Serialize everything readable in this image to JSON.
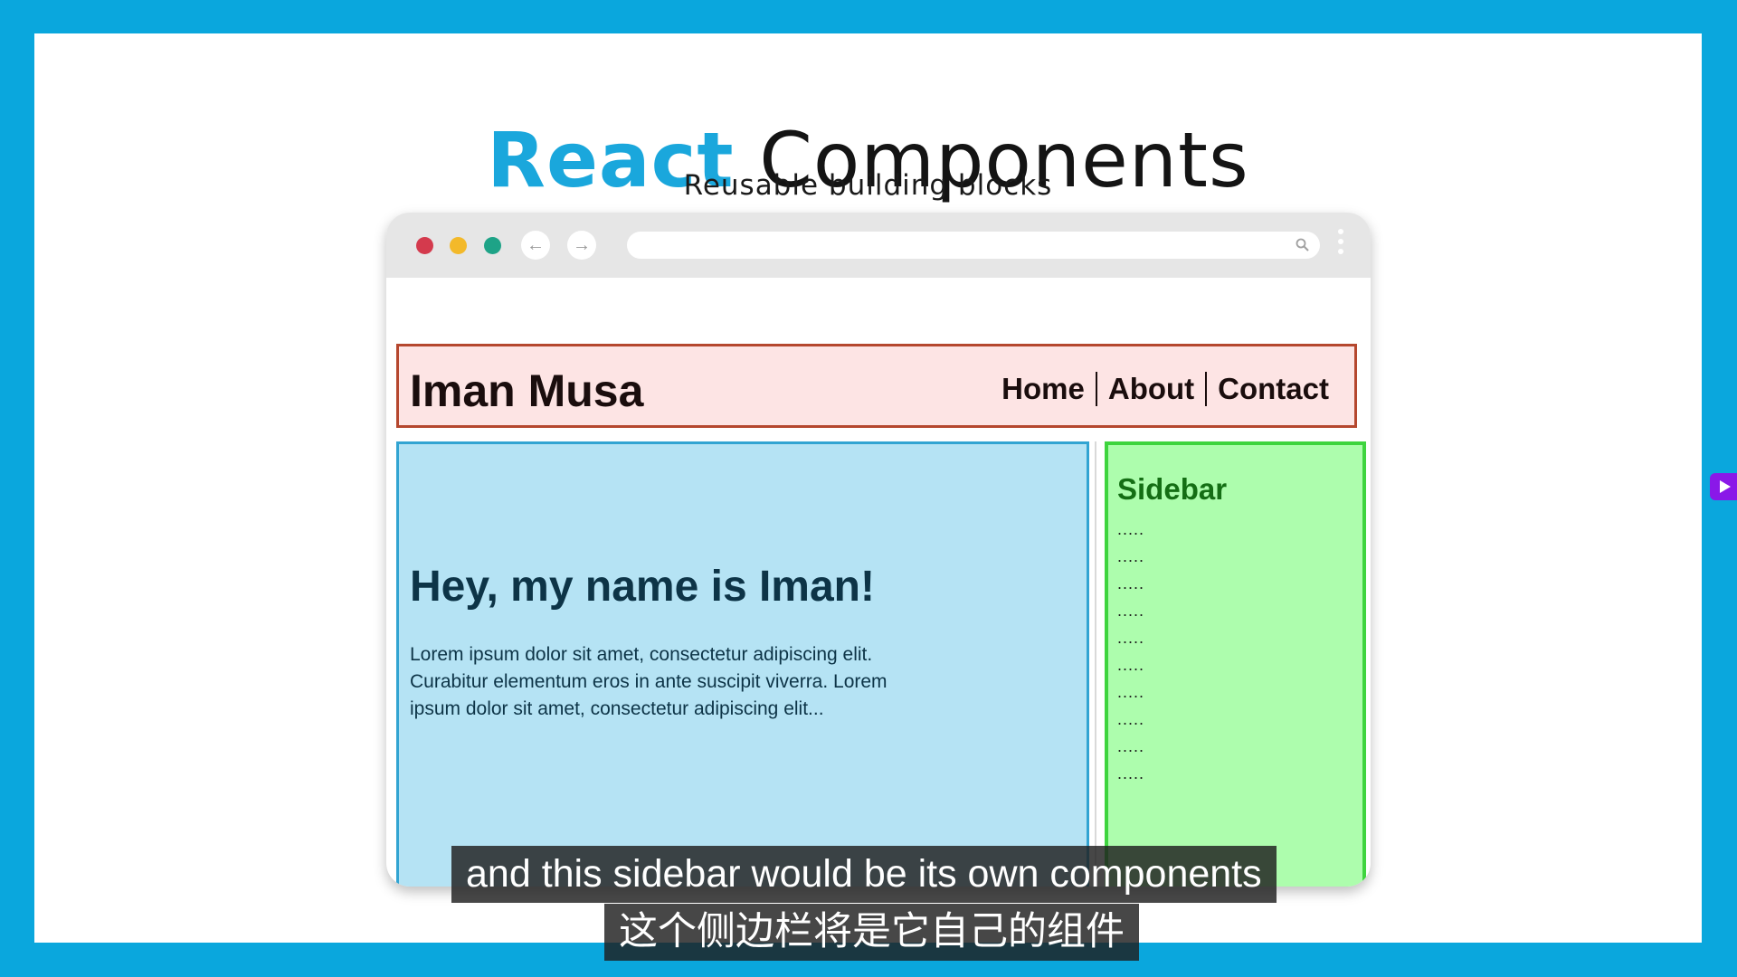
{
  "slide": {
    "title_highlight": "React",
    "title_rest": "Components",
    "subtitle": "Reusable building blocks"
  },
  "browser": {
    "controls": [
      "close-dot",
      "minimize-dot",
      "maximize-dot"
    ],
    "back_icon": "←",
    "forward_icon": "→",
    "url": ""
  },
  "site": {
    "name": "Iman Musa",
    "nav": [
      "Home",
      "About",
      "Contact"
    ]
  },
  "main": {
    "heading": "Hey, my name is Iman!",
    "body": "Lorem ipsum dolor sit amet, consectetur adipiscing elit. Curabitur elementum eros in ante suscipit viverra. Lorem ipsum dolor sit amet, consectetur adipiscing elit..."
  },
  "sidebar": {
    "title": "Sidebar",
    "items": [
      ".....",
      ".....",
      ".....",
      ".....",
      ".....",
      ".....",
      ".....",
      ".....",
      ".....",
      "....."
    ]
  },
  "captions": {
    "english": "and this sidebar would be its own components",
    "chinese": "这个侧边栏将是它自己的组件"
  },
  "colors": {
    "frame": "#0aa7dd",
    "react_accent": "#1aa7dc",
    "header_bg": "#fde4e4",
    "header_border": "#b5472e",
    "main_bg": "#b5e3f4",
    "main_border": "#32a4d2",
    "sidebar_bg": "#adfdad",
    "sidebar_border": "#3ed43e"
  },
  "icons": [
    "search-icon",
    "kebab-menu-icon",
    "play-icon"
  ]
}
